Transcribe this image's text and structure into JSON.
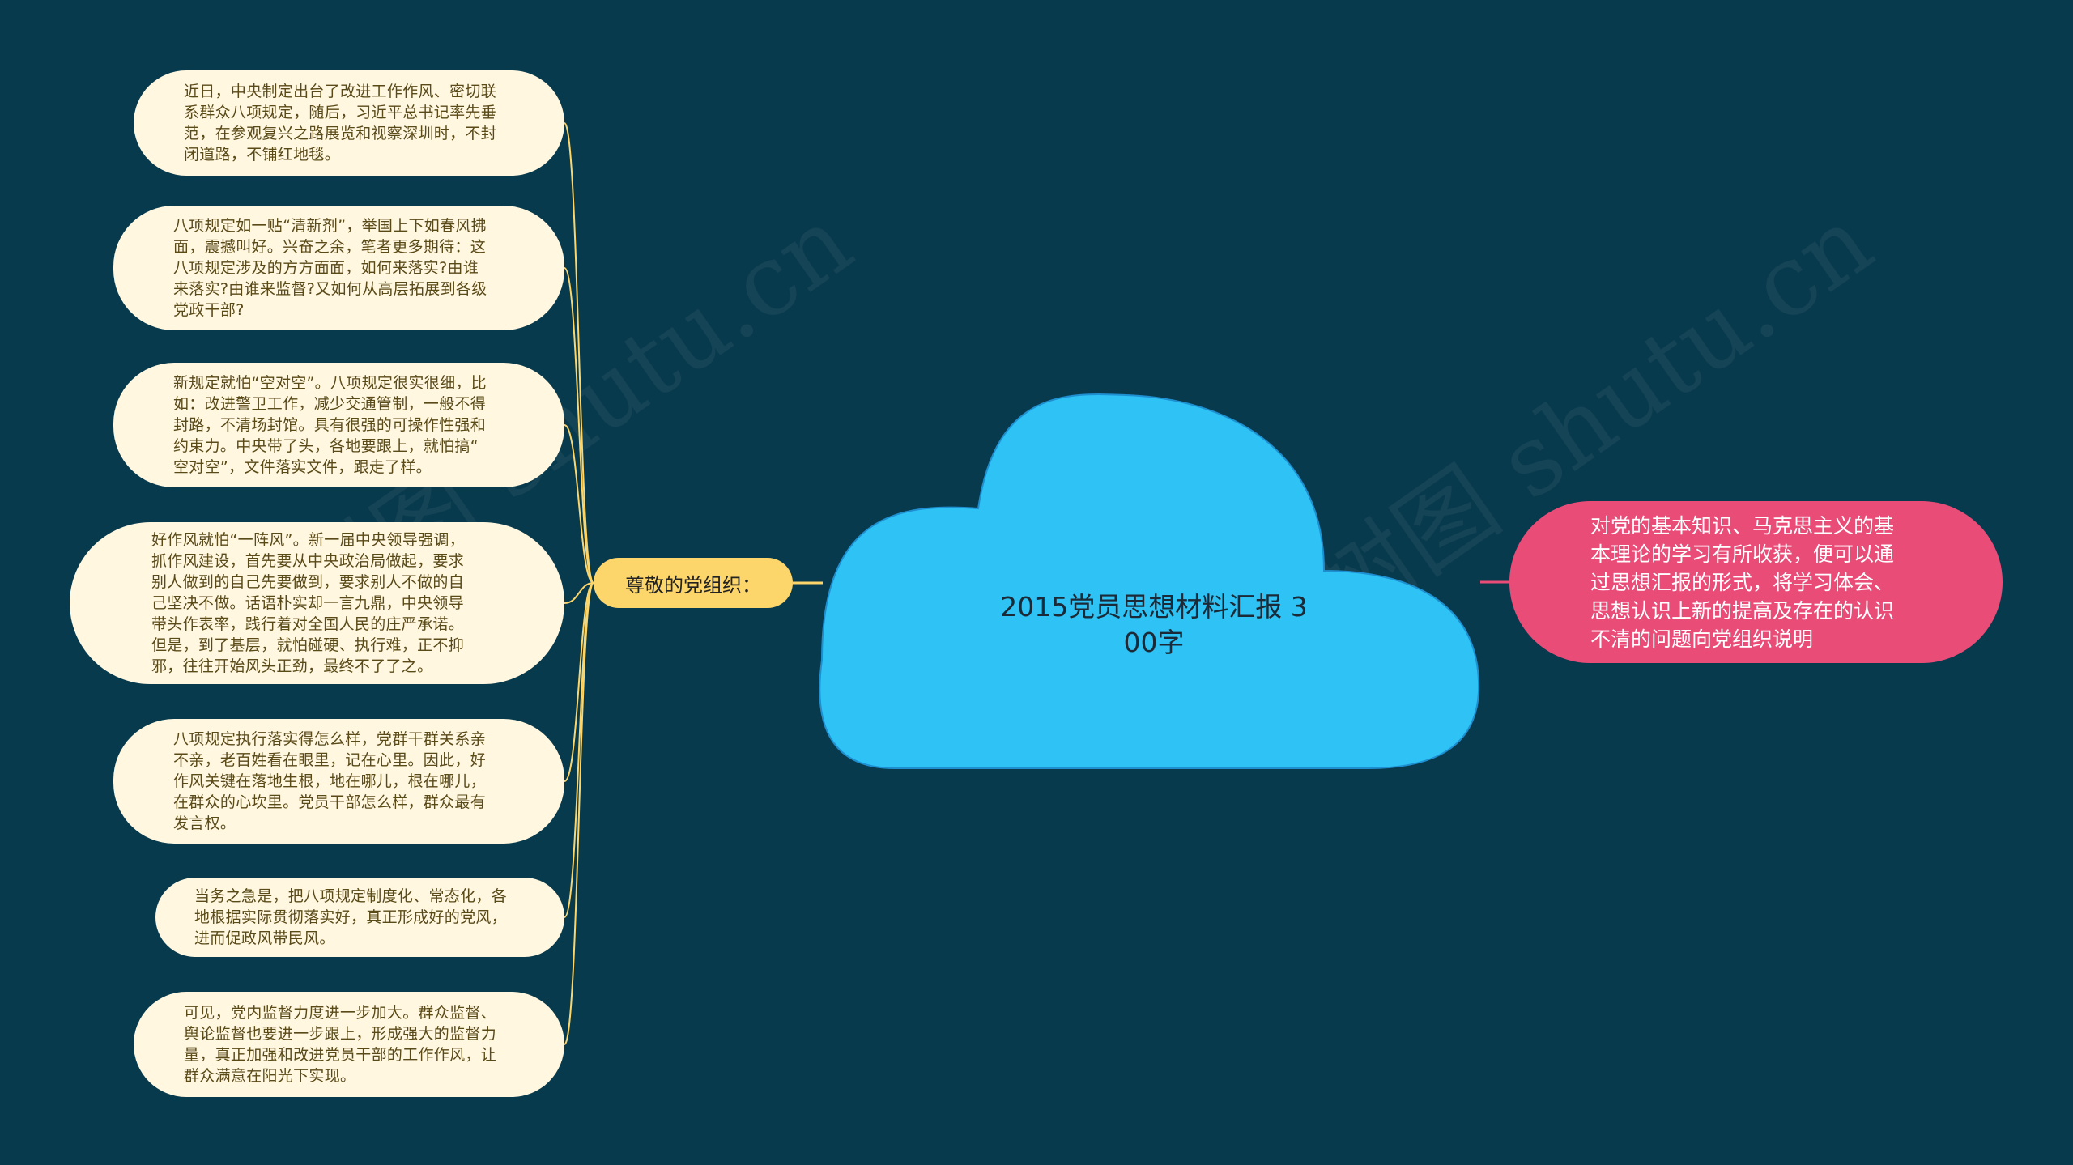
{
  "central": {
    "title": "2015党员思想材料汇报  3\n00字",
    "color": "#2ec2f5"
  },
  "branch": {
    "label": "尊敬的党组织：",
    "color": "#fcd56b"
  },
  "summary": {
    "text": "对党的基本知识、马克思主义的基\n本理论的学习有所收获，便可以通\n过思想汇报的形式，将学习体会、\n思想认识上新的提高及存在的认识\n不清的问题向党组织说明",
    "color": "#ea4c78"
  },
  "leaves": [
    {
      "text": "近日，中央制定出台了改进工作作风、密切联\n系群众八项规定，随后，习近平总书记率先垂\n范，在参观复兴之路展览和视察深圳时，不封\n闭道路，不铺红地毯。"
    },
    {
      "text": "八项规定如一贴“清新剂”，举国上下如春风拂\n面，震撼叫好。兴奋之余，笔者更多期待：这\n八项规定涉及的方方面面，如何来落实?由谁\n来落实?由谁来监督?又如何从高层拓展到各级\n党政干部?"
    },
    {
      "text": "新规定就怕“空对空”。八项规定很实很细，比\n如：改进警卫工作，减少交通管制，一般不得\n封路，不清场封馆。具有很强的可操作性强和\n约束力。中央带了头，各地要跟上，就怕搞“\n空对空”，文件落实文件，跟走了样。"
    },
    {
      "text": "好作风就怕“一阵风”。新一届中央领导强调，\n抓作风建设，首先要从中央政治局做起，要求\n别人做到的自己先要做到，要求别人不做的自\n己坚决不做。话语朴实却一言九鼎，中央领导\n带头作表率，践行着对全国人民的庄严承诺。\n但是，到了基层，就怕碰硬、执行难，正不抑\n邪，往往开始风头正劲，最终不了了之。"
    },
    {
      "text": "八项规定执行落实得怎么样，党群干群关系亲\n不亲，老百姓看在眼里，记在心里。因此，好\n作风关键在落地生根，地在哪儿，根在哪儿，\n在群众的心坎里。党员干部怎么样，群众最有\n发言权。"
    },
    {
      "text": "当务之急是，把八项规定制度化、常态化，各\n地根据实际贯彻落实好，真正形成好的党风，\n进而促政风带民风。"
    },
    {
      "text": "可见，党内监督力度进一步加大。群众监督、\n舆论监督也要进一步跟上，形成强大的监督力\n量，真正加强和改进党员干部的工作作风，让\n群众满意在阳光下实现。"
    }
  ]
}
